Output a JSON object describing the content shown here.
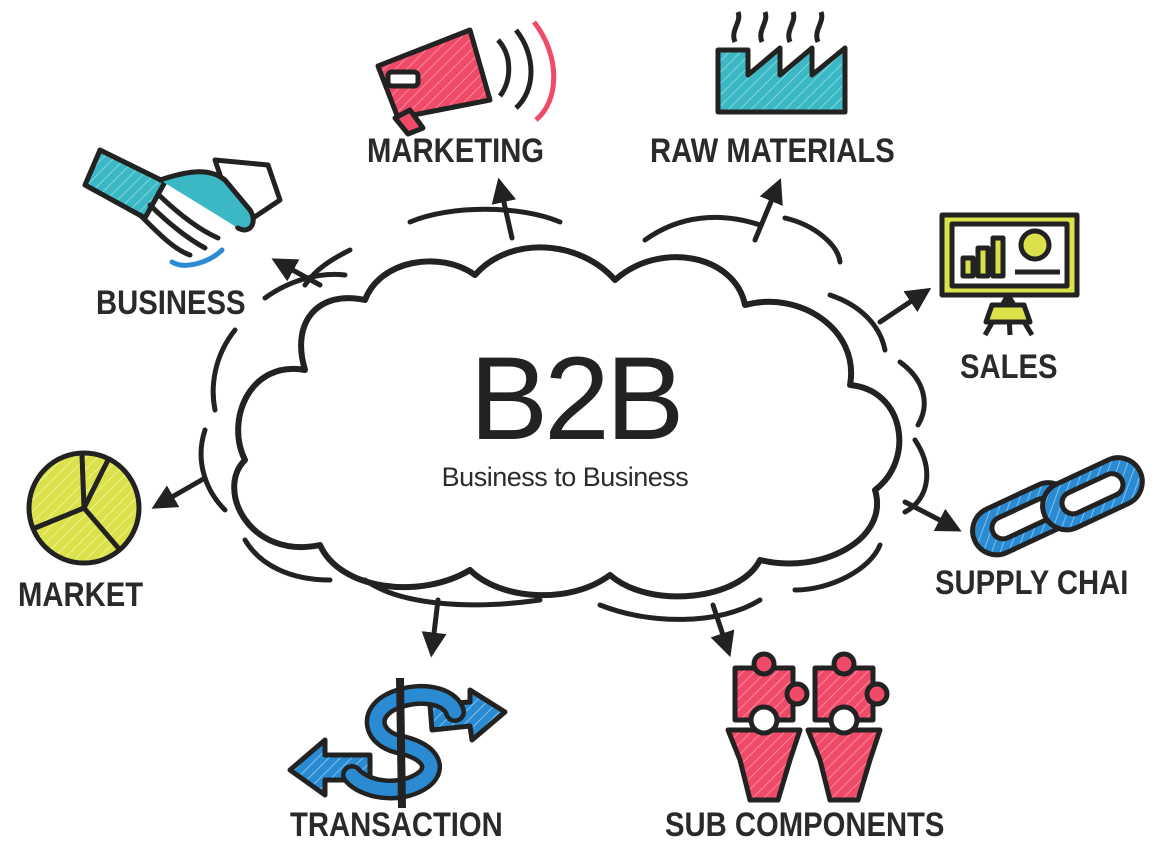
{
  "center": {
    "title": "B2B",
    "subtitle": "Business to Business"
  },
  "nodes": {
    "marketing": {
      "label": "MARKETING",
      "icon": "megaphone-icon"
    },
    "raw_materials": {
      "label": "RAW MATERIALS",
      "icon": "factory-icon"
    },
    "business": {
      "label": "BUSINESS",
      "icon": "handshake-icon"
    },
    "sales": {
      "label": "SALES",
      "icon": "presentation-board-icon"
    },
    "market": {
      "label": "MARKET",
      "icon": "pie-chart-icon"
    },
    "supply_chain": {
      "label": "SUPPLY CHAI",
      "icon": "chain-link-icon"
    },
    "transaction": {
      "label": "TRANSACTION",
      "icon": "dollar-exchange-icon"
    },
    "sub_components": {
      "label": "SUB COMPONENTS",
      "icon": "puzzle-pieces-icon"
    }
  },
  "colors": {
    "teal": "#3cb7c4",
    "pink": "#ef4a68",
    "yellow": "#dbe14a",
    "blue": "#2a8bd3",
    "ink": "#222222"
  }
}
